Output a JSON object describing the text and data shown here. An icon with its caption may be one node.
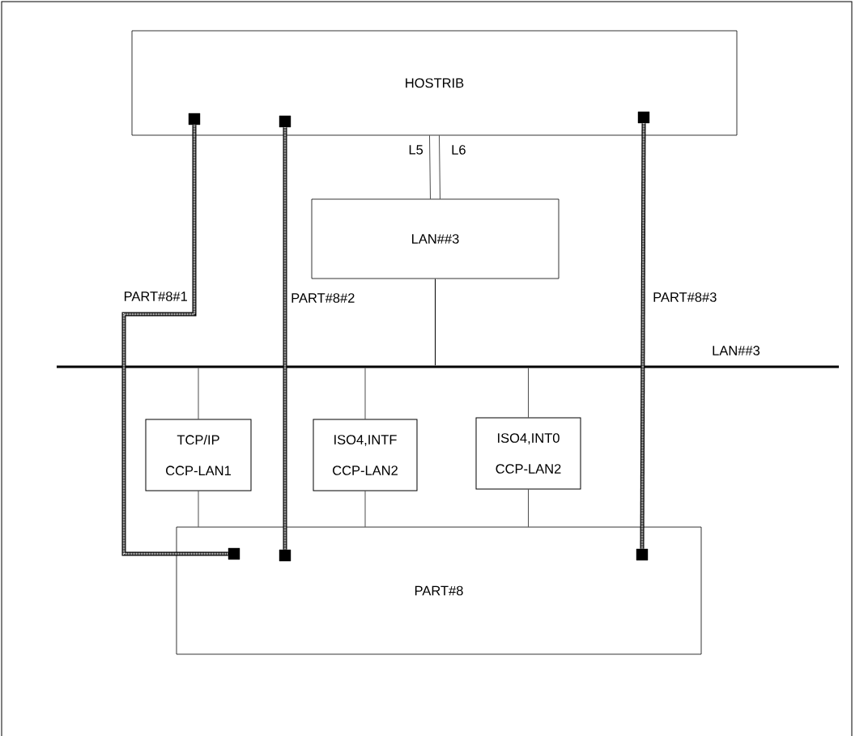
{
  "diagram": {
    "nodes": [
      {
        "text": [
          "HOSTRIB"
        ]
      },
      {
        "text": [
          "LAN##3"
        ]
      },
      {
        "text": [
          "LAN##3"
        ]
      },
      {
        "text": [
          "TCP/IP",
          "CCP-LAN1"
        ]
      },
      {
        "text": [
          "ISO4,INTF",
          "CCP-LAN2"
        ]
      },
      {
        "text": [
          "ISO4,INT0",
          "CCP-LAN2"
        ]
      },
      {
        "text": [
          "PART#8"
        ]
      },
      {
        "text": [],
        "shape": "box",
        "in": 0
      },
      {
        "text": [],
        "shape": "box",
        "in": 0
      },
      {
        "text": [],
        "shape": "box",
        "in": 0
      },
      {
        "text": [],
        "shape": "box",
        "in": 6
      },
      {
        "text": [],
        "shape": "box",
        "in": 6
      },
      {
        "text": [],
        "shape": "box",
        "in": 6
      }
    ],
    "edges": [
      {
        "from": 0,
        "to": 1,
        "arrow": "none",
        "label": "L5"
      },
      {
        "from": 0,
        "to": 1,
        "arrow": "none",
        "label": "L6"
      },
      {
        "from": 1,
        "to": 2,
        "arrow": "none"
      },
      {
        "from": 2,
        "to": 3,
        "arrow": "none"
      },
      {
        "from": 2,
        "to": 4,
        "arrow": "none"
      },
      {
        "from": 2,
        "to": 5,
        "arrow": "none"
      },
      {
        "from": 3,
        "to": 6,
        "arrow": "none"
      },
      {
        "from": 4,
        "to": 6,
        "arrow": "none"
      },
      {
        "from": 5,
        "to": 6,
        "arrow": "none"
      },
      {
        "from": 7,
        "to": 10,
        "arrow": "none",
        "label": "PART#8#1",
        "style": "thick"
      },
      {
        "from": 8,
        "to": 11,
        "arrow": "none",
        "label": "PART#8#2",
        "style": "thick"
      },
      {
        "from": 9,
        "to": 12,
        "arrow": "none",
        "label": "PART#8#3",
        "style": "thick"
      }
    ]
  }
}
